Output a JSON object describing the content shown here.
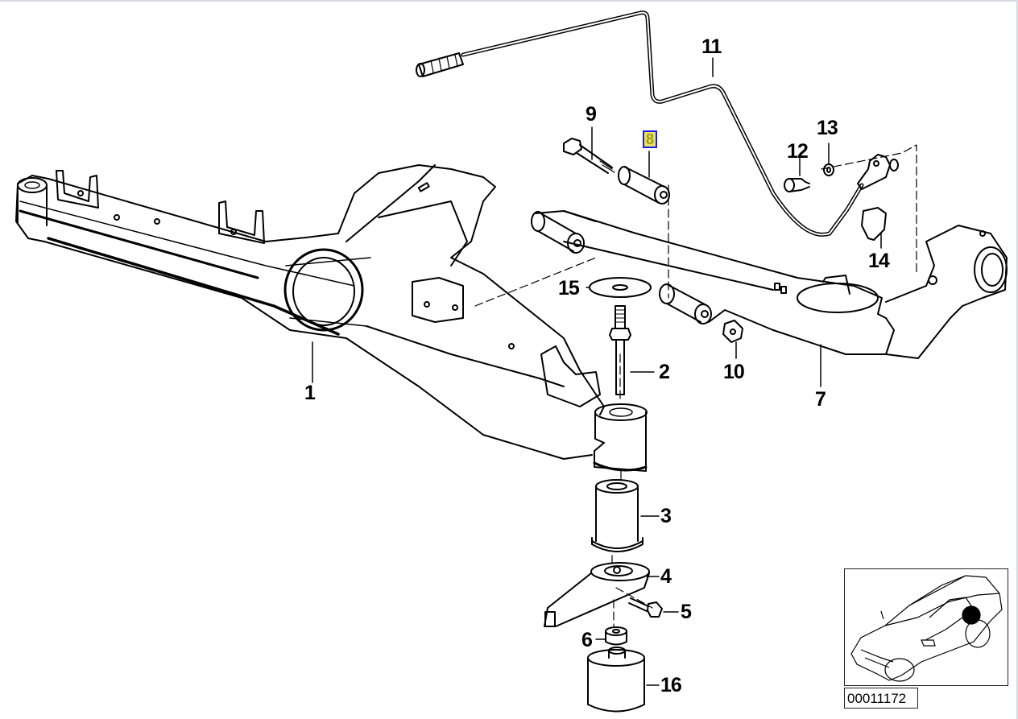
{
  "diagram": {
    "title": "Rear axle carrier / trailing arm exploded view",
    "highlight_color": "#e8e35a",
    "highlight_border": "#1a1aff",
    "callouts": [
      {
        "id": "1",
        "text": "1"
      },
      {
        "id": "2",
        "text": "2"
      },
      {
        "id": "3",
        "text": "3"
      },
      {
        "id": "4",
        "text": "4"
      },
      {
        "id": "5",
        "text": "5"
      },
      {
        "id": "6",
        "text": "6"
      },
      {
        "id": "7",
        "text": "7"
      },
      {
        "id": "8",
        "text": "8",
        "highlighted": true
      },
      {
        "id": "9",
        "text": "9"
      },
      {
        "id": "10",
        "text": "10"
      },
      {
        "id": "11",
        "text": "11"
      },
      {
        "id": "12",
        "text": "12"
      },
      {
        "id": "13",
        "text": "13"
      },
      {
        "id": "14",
        "text": "14"
      },
      {
        "id": "15",
        "text": "15"
      },
      {
        "id": "16",
        "text": "16"
      }
    ],
    "locator": {
      "icon": "car-locator-icon",
      "marker": "rear-wheel-dot"
    },
    "reference_number": "00011172"
  }
}
